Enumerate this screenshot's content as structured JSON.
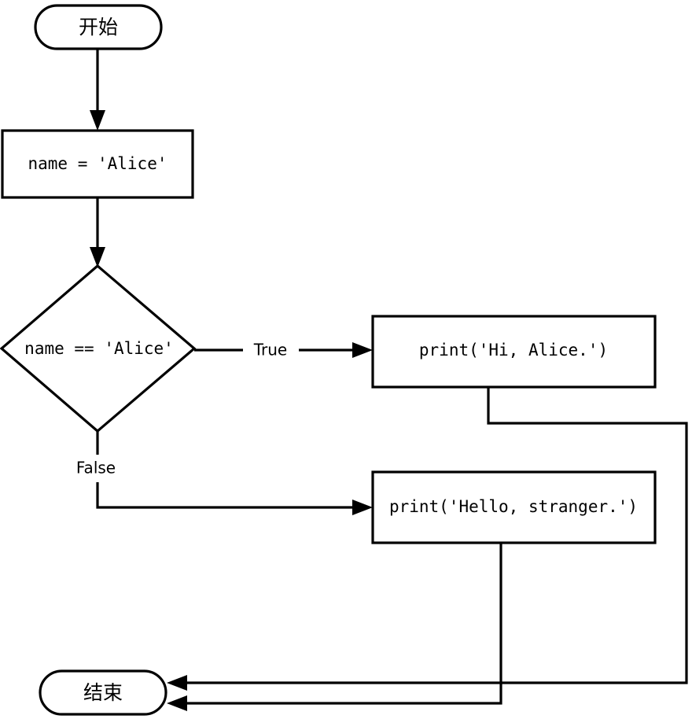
{
  "diagram": {
    "type": "flowchart",
    "title": "",
    "orientation": "top-to-bottom",
    "background_color": "#ffffff",
    "stroke_color": "#000000",
    "fill_color": "#ffffff"
  },
  "nodes": {
    "start": {
      "label": "开始",
      "shape": "stadium",
      "role": "terminator-start"
    },
    "assign": {
      "label": "name = 'Alice'",
      "shape": "rectangle",
      "role": "process"
    },
    "decision": {
      "label": "name == 'Alice'",
      "shape": "diamond",
      "role": "decision"
    },
    "print_hi": {
      "label": "print('Hi, Alice.')",
      "shape": "rectangle",
      "role": "process"
    },
    "print_hello": {
      "label": "print('Hello, stranger.')",
      "shape": "rectangle",
      "role": "process"
    },
    "end": {
      "label": "结束",
      "shape": "stadium",
      "role": "terminator-end"
    }
  },
  "edges": [
    {
      "from": "start",
      "to": "assign",
      "label": ""
    },
    {
      "from": "assign",
      "to": "decision",
      "label": ""
    },
    {
      "from": "decision",
      "to": "print_hi",
      "label": "True"
    },
    {
      "from": "decision",
      "to": "print_hello",
      "label": "False"
    },
    {
      "from": "print_hi",
      "to": "end",
      "label": ""
    },
    {
      "from": "print_hello",
      "to": "end",
      "label": ""
    }
  ],
  "edge_labels": {
    "true_label": "True",
    "false_label": "False"
  }
}
